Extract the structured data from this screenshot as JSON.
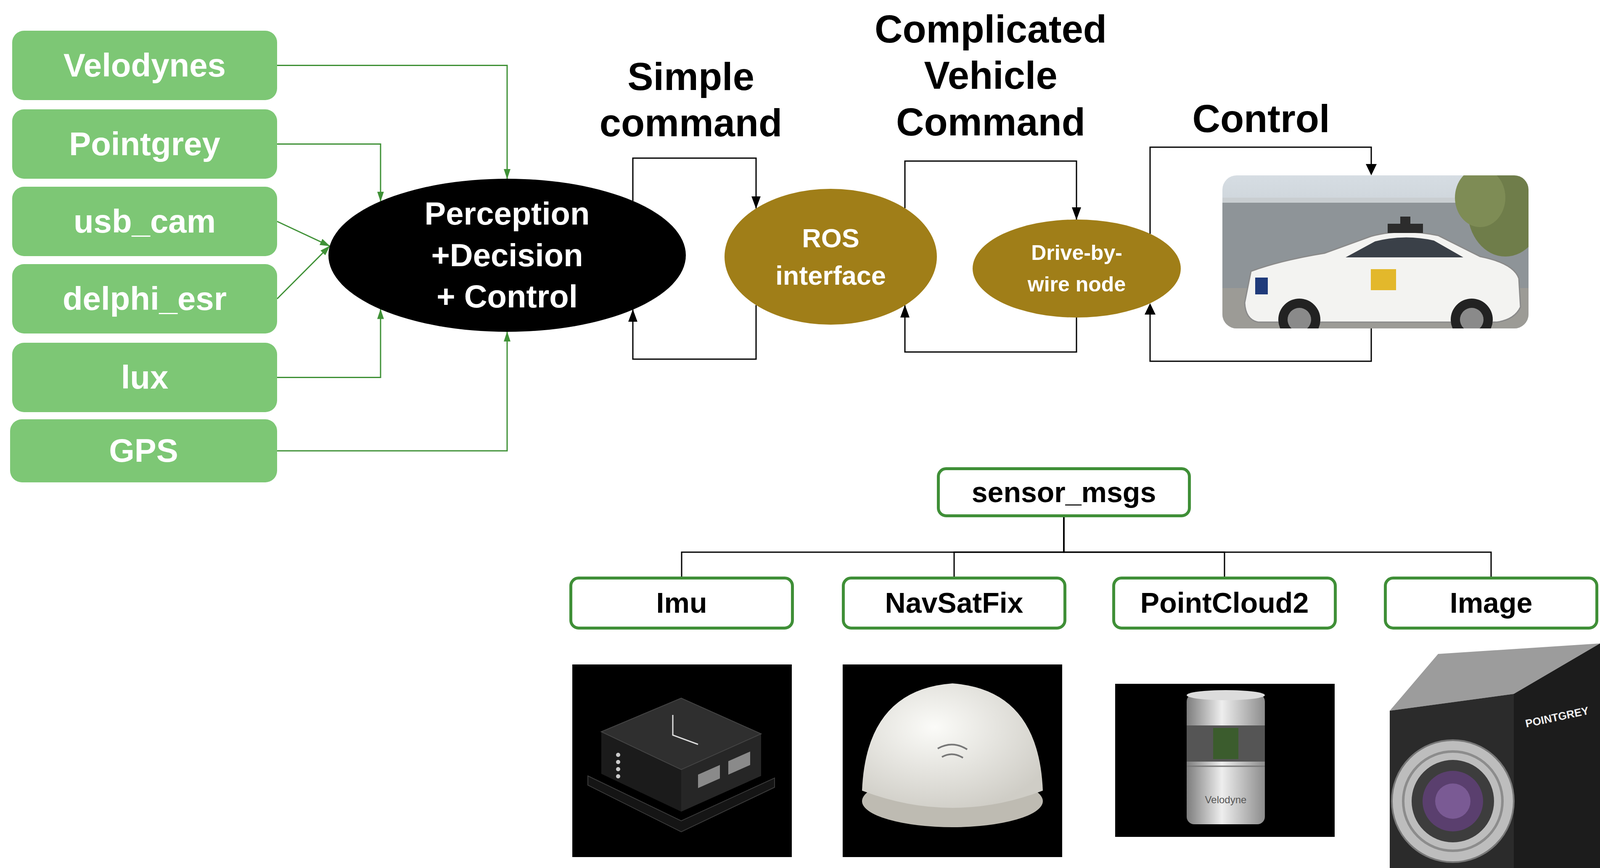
{
  "diagram": {
    "nodes": [
      {
        "text": [
          "Velodynes"
        ]
      },
      {
        "text": [
          "Pointgrey"
        ]
      },
      {
        "text": [
          "usb_cam"
        ]
      },
      {
        "text": [
          "delphi_esr"
        ]
      },
      {
        "text": [
          "lux"
        ]
      },
      {
        "text": [
          "GPS"
        ]
      },
      {
        "text": [
          "Perception +Decision + Control"
        ]
      },
      {
        "text": [
          "ROS interface"
        ]
      },
      {
        "text": [
          "Drive-by-wire node"
        ]
      },
      {
        "text": [
          "sensor_msgs"
        ]
      },
      {
        "text": [
          "Imu"
        ]
      },
      {
        "text": [
          "NavSatFix"
        ]
      },
      {
        "text": [
          "PointCloud2"
        ]
      },
      {
        "text": [
          "Image"
        ]
      }
    ],
    "edges": [
      {
        "from": 0,
        "to": 6,
        "arrow": "to"
      },
      {
        "from": 1,
        "to": 6,
        "arrow": "to"
      },
      {
        "from": 2,
        "to": 6,
        "arrow": "to"
      },
      {
        "from": 3,
        "to": 6,
        "arrow": "to"
      },
      {
        "from": 4,
        "to": 6,
        "arrow": "to"
      },
      {
        "from": 5,
        "to": 6,
        "arrow": "to"
      },
      {
        "from": 6,
        "to": 7,
        "arrow": "to"
      },
      {
        "from": 7,
        "to": 6,
        "arrow": "to"
      },
      {
        "from": 7,
        "to": 8,
        "arrow": "to"
      },
      {
        "from": 8,
        "to": 7,
        "arrow": "to"
      },
      {
        "from": 9,
        "to": 10,
        "arrow": "none"
      },
      {
        "from": 9,
        "to": 11,
        "arrow": "none"
      },
      {
        "from": 9,
        "to": 12,
        "arrow": "none"
      },
      {
        "from": 9,
        "to": 13,
        "arrow": "none"
      }
    ],
    "labels": [
      "Simple command",
      "Complicated Vehicle Command",
      "Control",
      "Velodyne",
      "POINTGREY"
    ]
  }
}
